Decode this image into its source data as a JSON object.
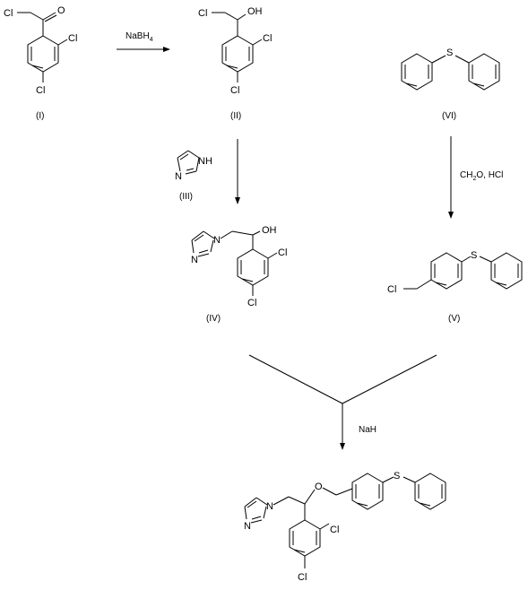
{
  "compounds": {
    "I": {
      "label": "(I)"
    },
    "II": {
      "label": "(II)"
    },
    "III": {
      "label": "(III)"
    },
    "IV": {
      "label": "(IV)"
    },
    "V": {
      "label": "(V)"
    },
    "VI": {
      "label": "(VI)"
    }
  },
  "atoms": {
    "cl": "Cl",
    "o": "O",
    "oh": "OH",
    "s": "S",
    "n": "N",
    "nh": "NH"
  },
  "reagents": {
    "step1": {
      "main": "NaBH",
      "sub": "4"
    },
    "step2": {
      "ch": "CH",
      "sub": "2",
      "rest": "O, HCl"
    },
    "step3": {
      "main": "NaH"
    }
  }
}
